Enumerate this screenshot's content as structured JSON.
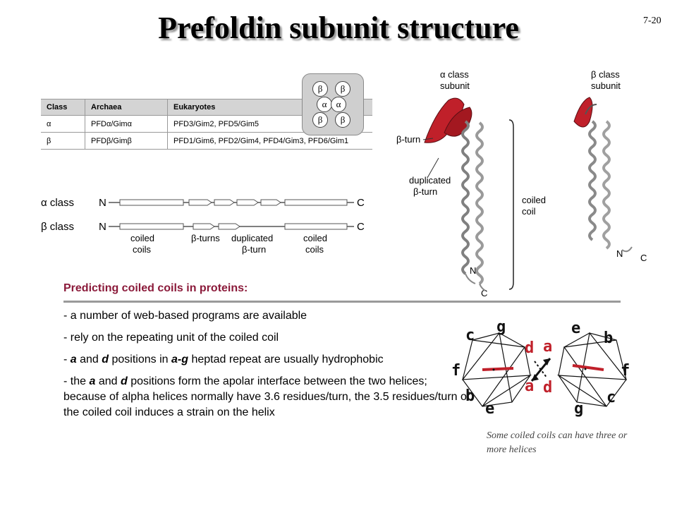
{
  "header": {
    "title": "Prefoldin subunit structure",
    "slide_number": "7-20"
  },
  "class_table": {
    "headers": [
      "Class",
      "Archaea",
      "Eukaryotes"
    ],
    "rows": [
      [
        "α",
        "PFDα/Gimα",
        "PFD3/Gim2,  PFD5/Gim5"
      ],
      [
        "β",
        "PFDβ/Gimβ",
        "PFD1/Gim6,  PFD2/Gim4,  PFD4/Gim3,  PFD6/Gim1"
      ]
    ]
  },
  "subunit_arrangement": {
    "beta": "β",
    "alpha": "α"
  },
  "domain_diagram": {
    "alpha_label": "α class",
    "beta_label": "β class",
    "n_terminus": "N",
    "c_terminus": "C",
    "annotations": {
      "coiled_coils_1": [
        "coiled",
        "coils"
      ],
      "beta_turns": "β-turns",
      "duplicated_beta_turn": [
        "duplicated",
        "β-turn"
      ],
      "coiled_coils_2": [
        "coiled",
        "coils"
      ]
    }
  },
  "structure_figure": {
    "alpha_label": [
      "α class",
      "subunit"
    ],
    "beta_label": [
      "β class",
      "subunit"
    ],
    "beta_turn": "β-turn",
    "duplicated": [
      "duplicated",
      "β-turn"
    ],
    "coiled_coil": [
      "coiled",
      "coil"
    ],
    "n": "N",
    "c": "C"
  },
  "body": {
    "heading": "Predicting coiled coils in proteins:",
    "bullet1": "- a number of web-based programs are available",
    "bullet2": "- rely on the repeating unit of the coiled coil",
    "bullet3_parts": [
      "- ",
      "a",
      " and ",
      "d",
      " positions in ",
      "a-g",
      " heptad repeat are usually hydrophobic"
    ],
    "bullet4_parts": [
      "- the ",
      "a",
      " and ",
      "d",
      " positions form the apolar interface between the two helices; because of alpha helices normally have 3.6 residues/turn, the 3.5 residues/turn of the coiled coil induces a strain on the helix"
    ]
  },
  "heptad": {
    "left": [
      "c",
      "g",
      "f",
      "b",
      "e"
    ],
    "right": [
      "e",
      "b",
      "f",
      "c",
      "g"
    ],
    "core": [
      "d",
      "a",
      "a",
      "d"
    ]
  },
  "caption": "Some coiled coils can have three or more helices",
  "colors": {
    "heading": "#8b1a3a",
    "helix_red": "#c0202a"
  }
}
